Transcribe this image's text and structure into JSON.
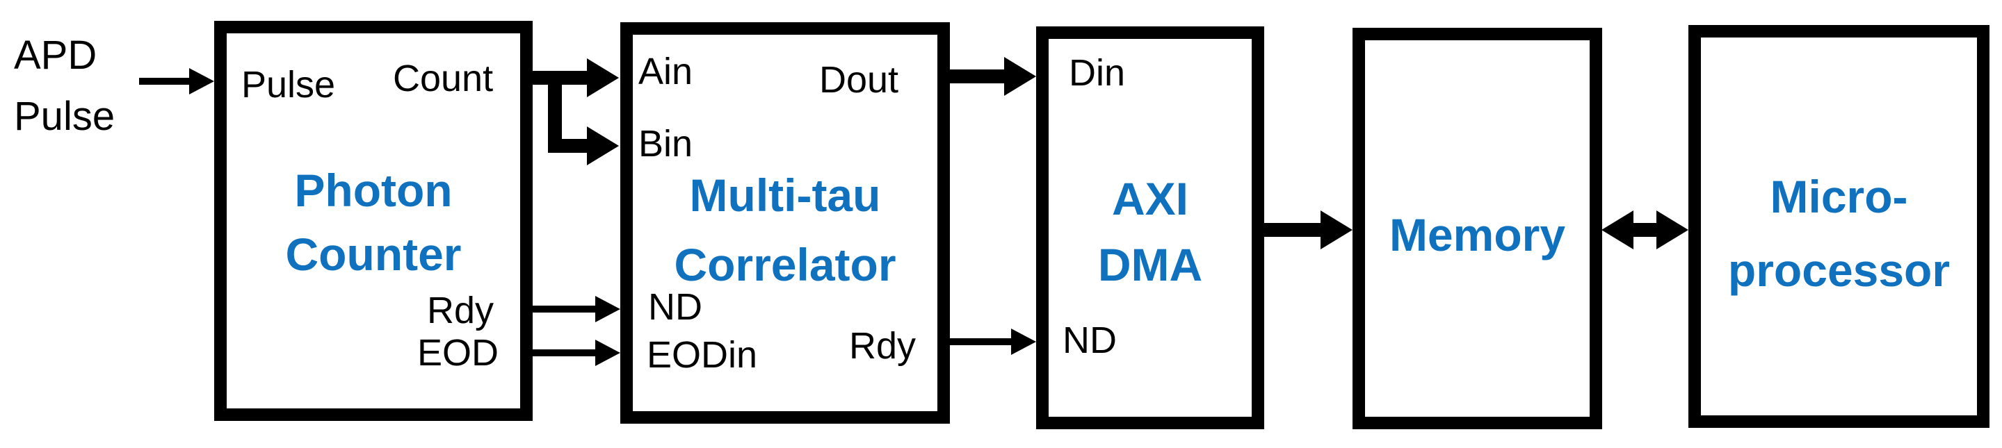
{
  "external_input": {
    "line1": "APD",
    "line2": "Pulse"
  },
  "blocks": {
    "photon_counter": {
      "title_line1": "Photon",
      "title_line2": "Counter",
      "ports": {
        "pulse": "Pulse",
        "count": "Count",
        "rdy": "Rdy",
        "eod": "EOD"
      }
    },
    "multi_tau_correlator": {
      "title_line1": "Multi-tau",
      "title_line2": "Correlator",
      "ports": {
        "ain": "Ain",
        "bin": "Bin",
        "dout": "Dout",
        "nd": "ND",
        "eodin": "EODin",
        "rdy": "Rdy"
      }
    },
    "axi_dma": {
      "title_line1": "AXI",
      "title_line2": "DMA",
      "ports": {
        "din": "Din",
        "nd": "ND"
      }
    },
    "memory": {
      "title": "Memory"
    },
    "micro_processor": {
      "title_line1": "Micro-",
      "title_line2": "processor"
    }
  },
  "connections": [
    {
      "from": "APD Pulse",
      "to": "Photon Counter.Pulse",
      "style": "thin-arrow"
    },
    {
      "from": "Photon Counter.Count",
      "to": "Multi-tau Correlator.Ain",
      "style": "thick-arrow"
    },
    {
      "from": "Photon Counter.Count",
      "to": "Multi-tau Correlator.Bin",
      "style": "thick-arrow-branch"
    },
    {
      "from": "Photon Counter.Rdy",
      "to": "Multi-tau Correlator.ND",
      "style": "thin-arrow"
    },
    {
      "from": "Photon Counter.EOD",
      "to": "Multi-tau Correlator.EODin",
      "style": "thin-arrow"
    },
    {
      "from": "Multi-tau Correlator.Dout",
      "to": "AXI DMA.Din",
      "style": "thick-arrow"
    },
    {
      "from": "Multi-tau Correlator.Rdy",
      "to": "AXI DMA.ND",
      "style": "thin-arrow"
    },
    {
      "from": "AXI DMA",
      "to": "Memory",
      "style": "thick-arrow"
    },
    {
      "from": "Memory",
      "to": "Micro-processor",
      "style": "thick-double-arrow"
    }
  ],
  "colors": {
    "title_blue": "#1072be",
    "line_black": "#000000",
    "background": "#ffffff"
  }
}
